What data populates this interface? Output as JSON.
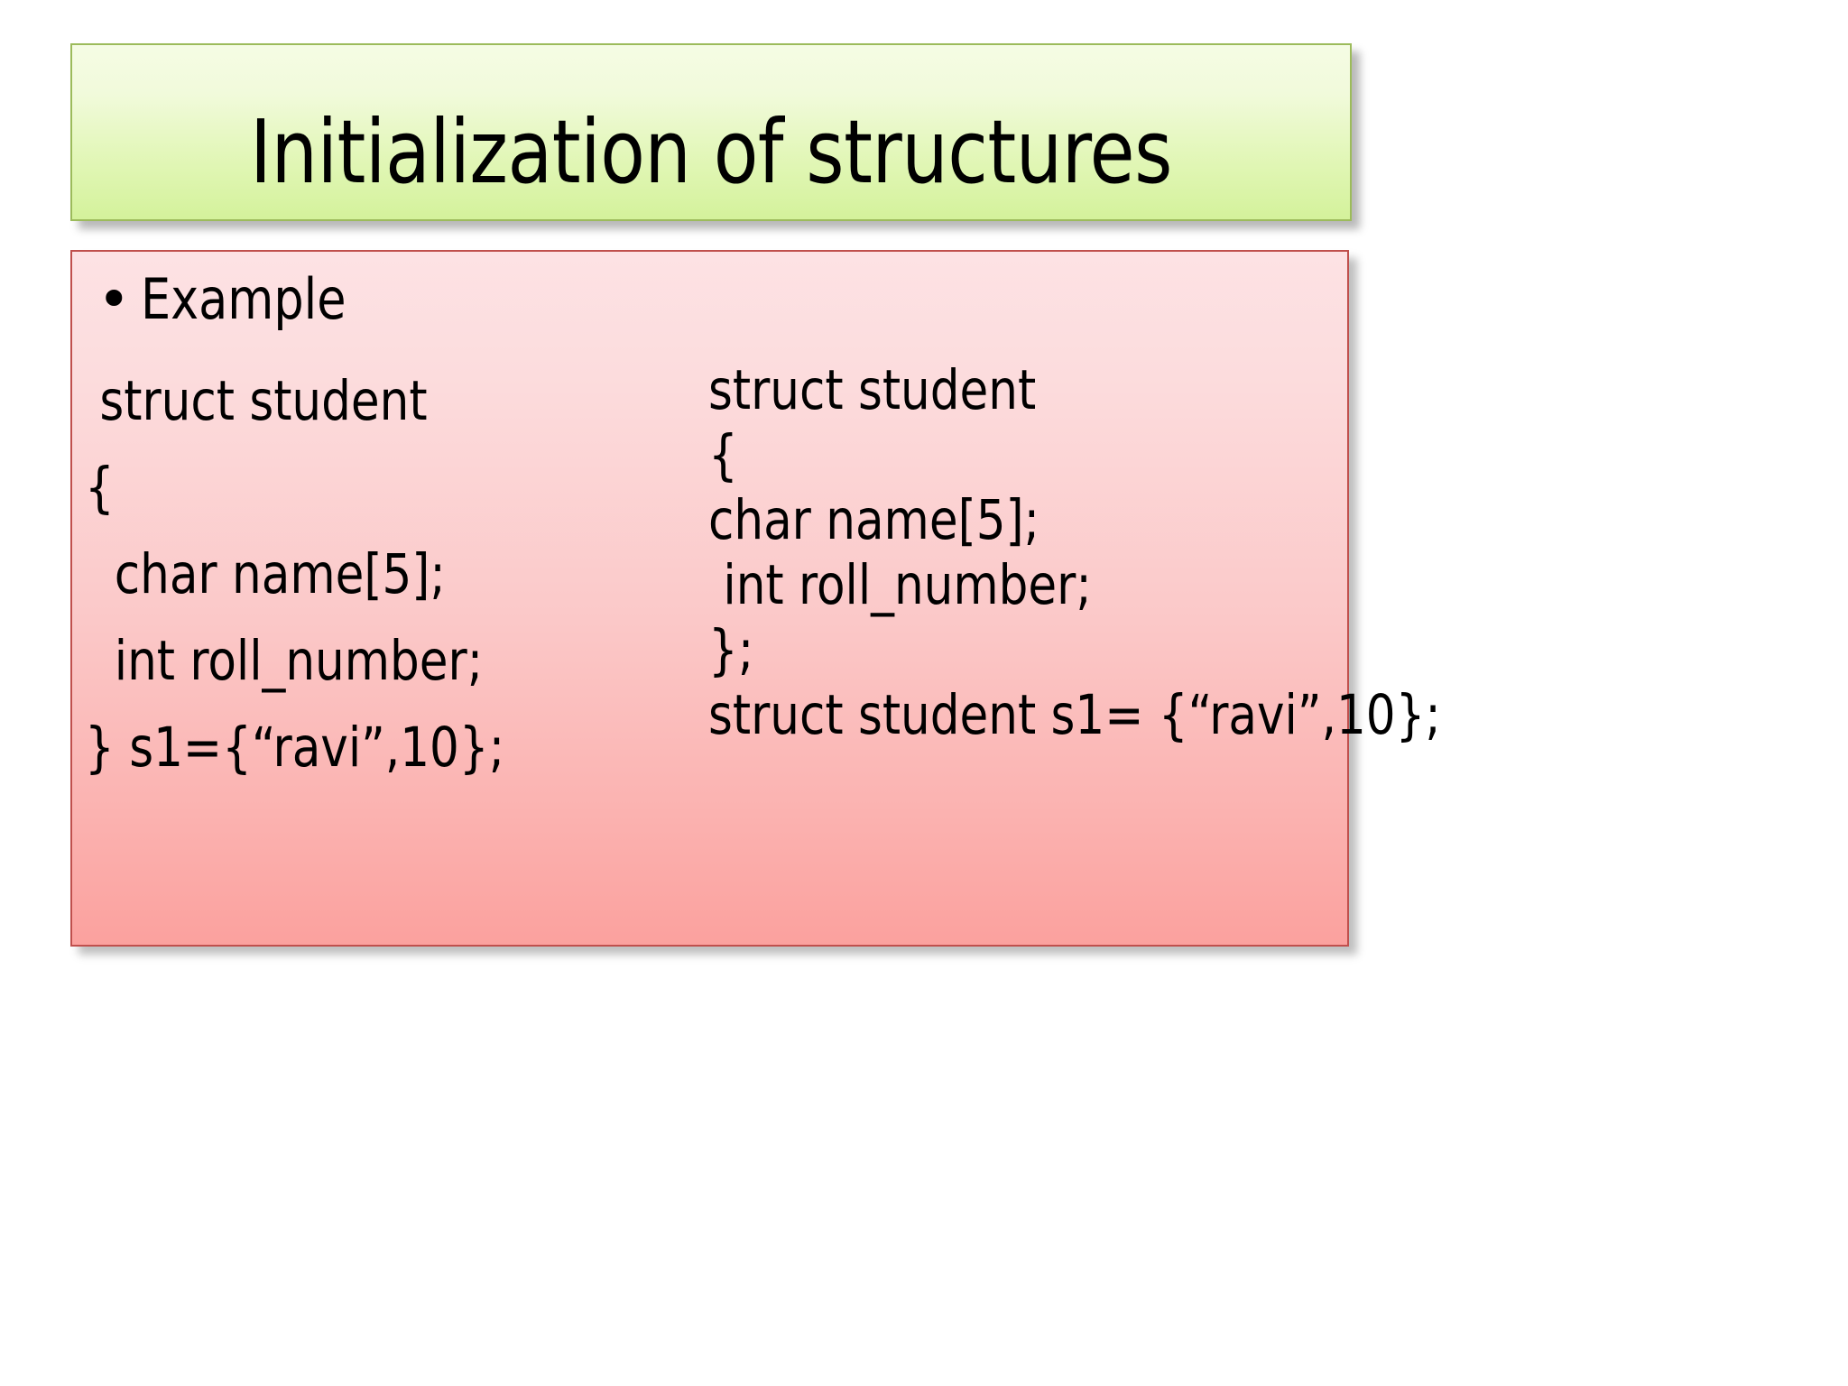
{
  "slide": {
    "title": "Initialization of structures",
    "colors": {
      "title_fill_top": "#f5fce4",
      "title_fill_bottom": "#d4f29b",
      "title_border": "#9cbb5b",
      "body_fill_top": "#fde2e4",
      "body_fill_bottom": "#fba19e",
      "body_border": "#c0504d",
      "text": "#000000",
      "background": "#ffffff"
    }
  },
  "body": {
    "bullet": {
      "marker": "bullet-dot",
      "label": "Example"
    },
    "left_column": [
      " struct student",
      "{",
      "  char name[5];",
      "  int roll_number;",
      "} s1={“ravi”,10};"
    ],
    "right_column": [
      "struct student",
      "{",
      "char name[5];",
      " int roll_number;",
      "};",
      "struct student s1= {“ravi”,10};"
    ]
  }
}
